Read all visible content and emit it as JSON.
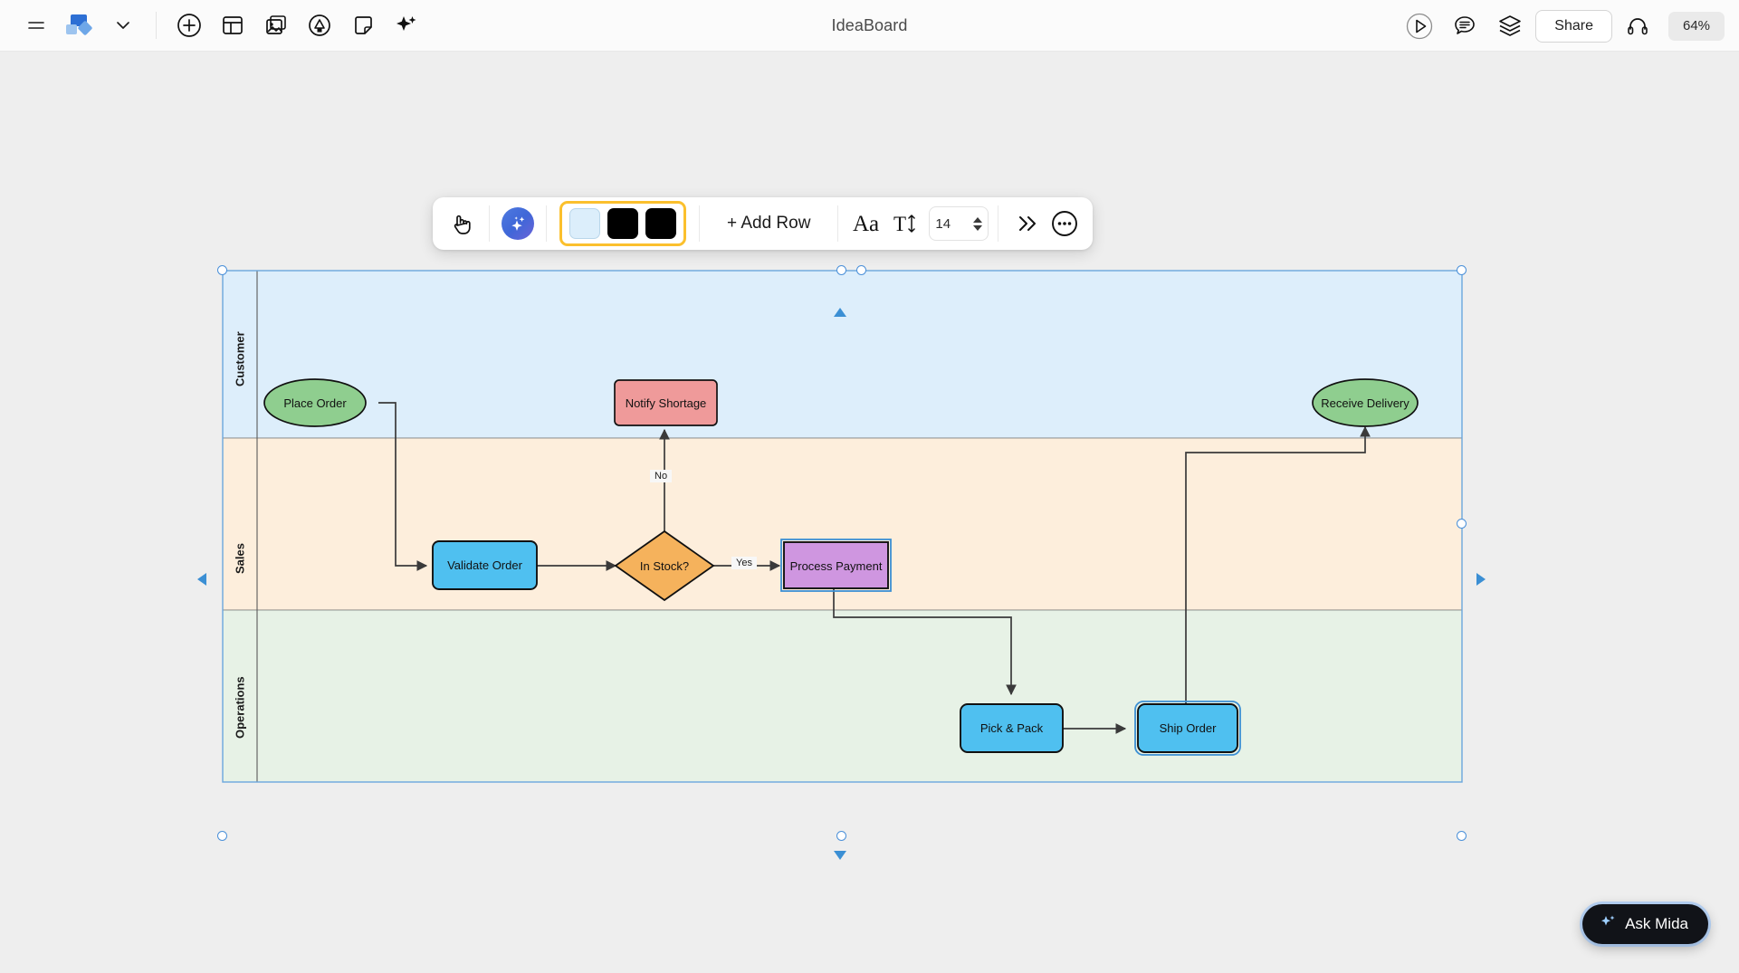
{
  "topbar": {
    "menu_icon": "hamburger-menu-icon",
    "logo_icon": "app-logo-icon",
    "chevron_icon": "chevron-down-icon",
    "tools": [
      {
        "name": "add-icon",
        "label": "Add"
      },
      {
        "name": "layout-icon",
        "label": "Layout"
      },
      {
        "name": "image-icon",
        "label": "Image"
      },
      {
        "name": "pen-circle-icon",
        "label": "Draw"
      },
      {
        "name": "sticky-note-icon",
        "label": "Sticky Note"
      },
      {
        "name": "sparkle-icon",
        "label": "AI"
      }
    ],
    "title": "IdeaBoard",
    "right_tools": [
      {
        "name": "present-play-icon",
        "label": "Present"
      },
      {
        "name": "comment-icon",
        "label": "Comments"
      },
      {
        "name": "layers-icon",
        "label": "Layers"
      }
    ],
    "share_label": "Share",
    "headset_icon": "headset-icon",
    "zoom_level": "64%"
  },
  "float_toolbar": {
    "pointer_icon": "hand-pointer-icon",
    "ai_icon": "ai-sparkle-icon",
    "swatches": [
      {
        "name": "fill-color-swatch",
        "color": "#dceefb"
      },
      {
        "name": "border-color-swatch",
        "color": "#000000"
      },
      {
        "name": "text-color-swatch",
        "color": "#000000"
      }
    ],
    "swatch_group_highlight": "#fbc02d",
    "add_row_label": "+ Add Row",
    "font_family_icon": "font-family-Aa-icon",
    "font_size_icon": "font-size-T-icon",
    "font_size_value": "14",
    "expand_icon": "chevron-double-right-icon",
    "more_icon": "more-options-icon"
  },
  "diagram": {
    "type": "swimlane-flowchart",
    "lanes": [
      {
        "label": "Customer",
        "color": "#ddeefb"
      },
      {
        "label": "Sales",
        "color": "#fdeedc"
      },
      {
        "label": "Operations",
        "color": "#e7f2e6"
      }
    ],
    "nodes": [
      {
        "id": "place-order",
        "label": "Place Order",
        "shape": "ellipse",
        "fill": "#8fce8f",
        "lane": "Customer"
      },
      {
        "id": "notify-shortage",
        "label": "Notify Shortage",
        "shape": "rect",
        "fill": "#ef9a9a",
        "lane": "Customer"
      },
      {
        "id": "receive-delivery",
        "label": "Receive Delivery",
        "shape": "ellipse",
        "fill": "#8fce8f",
        "lane": "Customer"
      },
      {
        "id": "validate-order",
        "label": "Validate Order",
        "shape": "rect",
        "fill": "#4fc0f0",
        "lane": "Sales"
      },
      {
        "id": "in-stock",
        "label": "In Stock?",
        "shape": "diamond",
        "fill": "#f5b25c",
        "lane": "Sales"
      },
      {
        "id": "process-payment",
        "label": "Process Payment",
        "shape": "rect",
        "fill": "#cf96e0",
        "lane": "Sales",
        "selected": true
      },
      {
        "id": "pick-pack",
        "label": "Pick & Pack",
        "shape": "rect",
        "fill": "#4fc0f0",
        "lane": "Operations"
      },
      {
        "id": "ship-order",
        "label": "Ship Order",
        "shape": "rect",
        "fill": "#4fc0f0",
        "lane": "Operations",
        "selected": true
      }
    ],
    "edge_labels": [
      {
        "id": "edge-no",
        "label": "No"
      },
      {
        "id": "edge-yes",
        "label": "Yes"
      }
    ]
  },
  "ask_mida": {
    "icon": "sparkle-icon",
    "label": "Ask Mida"
  }
}
